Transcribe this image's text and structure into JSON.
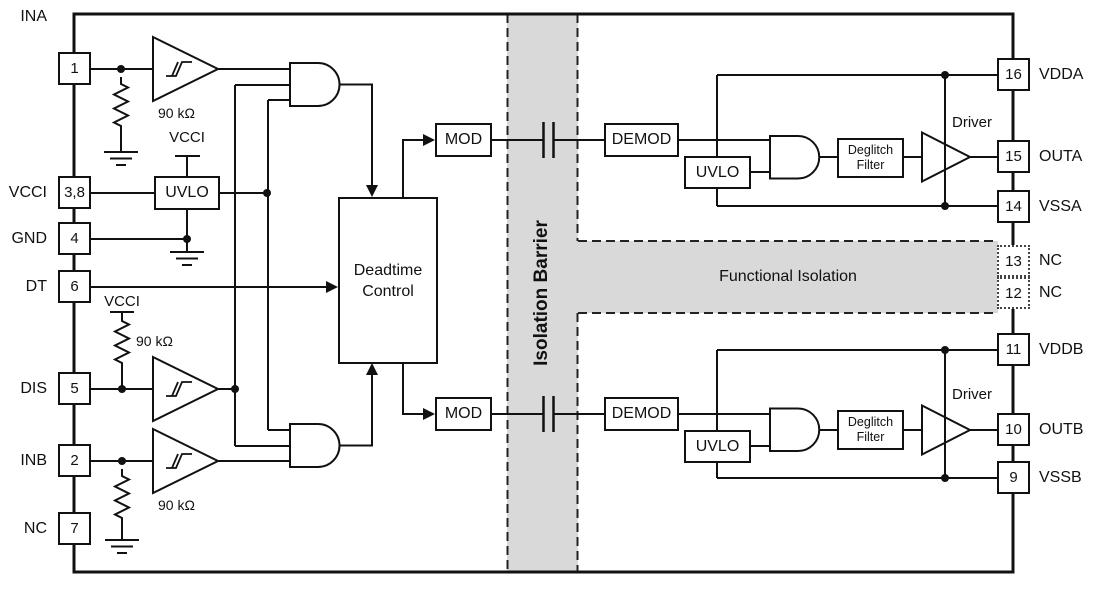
{
  "diagram": {
    "type": "functional-block-diagram",
    "colors": {
      "line": "#111111",
      "band_fill": "#d9d9d9",
      "background": "#ffffff"
    },
    "left_pins": [
      {
        "label": "INA",
        "number": "1"
      },
      {
        "label": "VCCI",
        "number": "3,8"
      },
      {
        "label": "GND",
        "number": "4"
      },
      {
        "label": "DT",
        "number": "6"
      },
      {
        "label": "DIS",
        "number": "5"
      },
      {
        "label": "INB",
        "number": "2"
      },
      {
        "label": "NC",
        "number": "7"
      }
    ],
    "right_pins": [
      {
        "label": "VDDA",
        "number": "16"
      },
      {
        "label": "OUTA",
        "number": "15"
      },
      {
        "label": "VSSA",
        "number": "14"
      },
      {
        "label": "NC",
        "number": "13"
      },
      {
        "label": "NC",
        "number": "12"
      },
      {
        "label": "VDDB",
        "number": "11"
      },
      {
        "label": "OUTB",
        "number": "10"
      },
      {
        "label": "VSSB",
        "number": "9"
      }
    ],
    "input_side": {
      "uvlo": "UVLO",
      "vcci_rail_label": "VCCI",
      "vcci_pullup_label": "VCCI",
      "resistor_ina": "90 kΩ",
      "resistor_dis": "90 kΩ",
      "resistor_inb": "90 kΩ",
      "deadtime_line1": "Deadtime",
      "deadtime_line2": "Control"
    },
    "isolation": {
      "barrier_label": "Isolation Barrier",
      "functional_label": "Functional Isolation"
    },
    "channel_a": {
      "mod": "MOD",
      "demod": "DEMOD",
      "uvlo": "UVLO",
      "deglitch_line1": "Deglitch",
      "deglitch_line2": "Filter",
      "driver": "Driver"
    },
    "channel_b": {
      "mod": "MOD",
      "demod": "DEMOD",
      "uvlo": "UVLO",
      "deglitch_line1": "Deglitch",
      "deglitch_line2": "Filter",
      "driver": "Driver"
    }
  }
}
